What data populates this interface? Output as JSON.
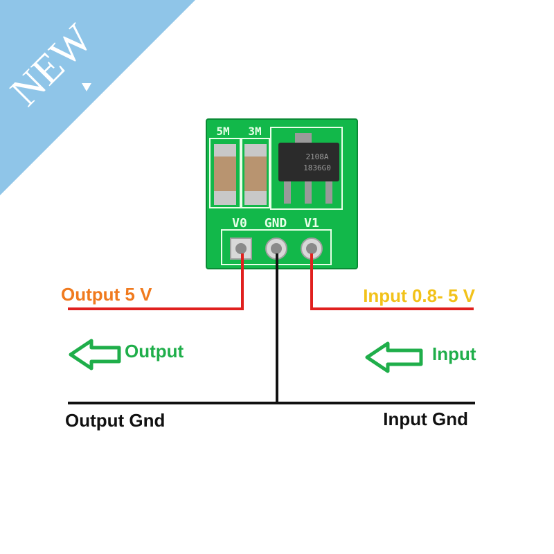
{
  "banner": {
    "text": "NEW",
    "color": "#8fc5e8"
  },
  "board": {
    "color": "#12b84a",
    "pad_labels": [
      "5M",
      "3M"
    ],
    "pin_labels": [
      "V0",
      "GND",
      "V1"
    ],
    "chip_markings": [
      "2108A",
      "1836G0"
    ]
  },
  "labels": {
    "output_voltage": "Output 5 V",
    "input_voltage": "Input 0.8- 5 V",
    "output_arrow": "Output",
    "input_arrow": "Input",
    "output_gnd": "Output Gnd",
    "input_gnd": "Input Gnd"
  },
  "colors": {
    "output_voltage": "#f07a1e",
    "input_voltage": "#f2c21a",
    "wire_red": "#e0201e",
    "wire_black": "#111111",
    "arrow_green": "#1fae4a"
  }
}
